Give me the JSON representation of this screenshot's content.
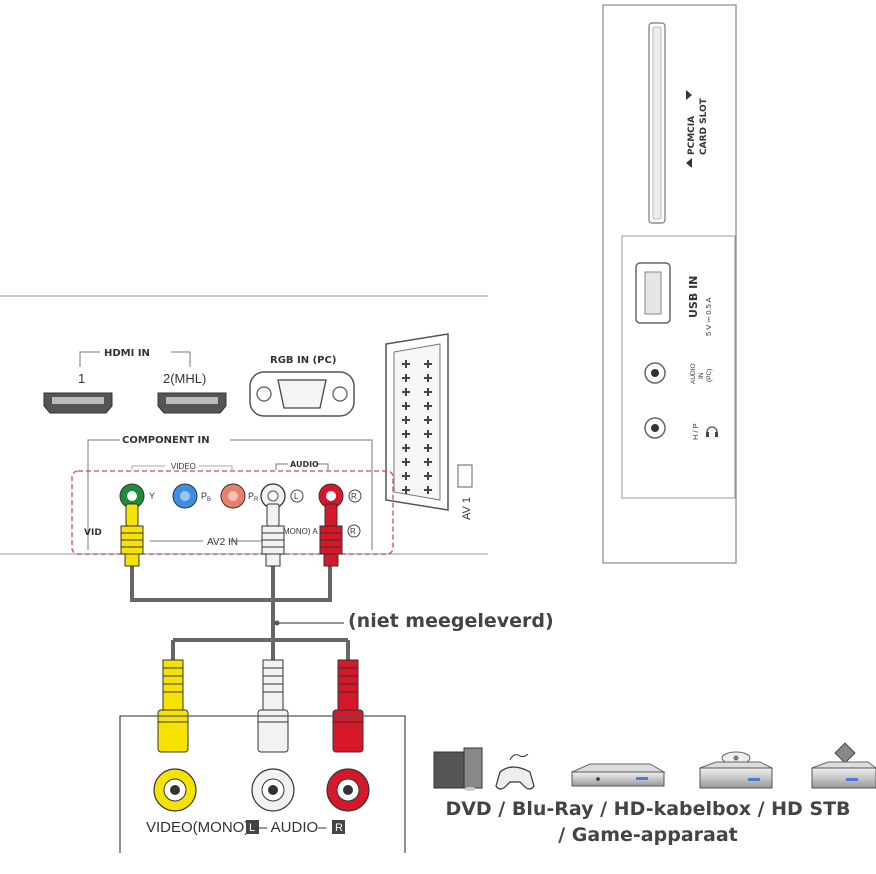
{
  "tv_panel": {
    "hdmi_in": "HDMI IN",
    "hdmi_port_1": "1",
    "hdmi_port_2": "2(MHL)",
    "rgb_in": "RGB IN (PC)",
    "component_in": "COMPONENT IN",
    "video_group": "VIDEO",
    "audio_group": "AUDIO",
    "y": "Y",
    "pb": "P",
    "pb_sub": "B",
    "pr": "P",
    "pr_sub": "R",
    "left_mark": "L",
    "right_mark": "R",
    "video_left_partial": "VID",
    "mono_partial": "MONO) A",
    "av2_in": "AV2 IN",
    "av1": "AV 1"
  },
  "side_panel": {
    "pcmcia_line1": "PCMCIA",
    "pcmcia_line2": "CARD SLOT",
    "usb_in": "USB IN",
    "usb_rating": "5 V ⎓ 0.5 A",
    "audio_in_pc_1": "AUDIO",
    "audio_in_pc_2": "IN",
    "audio_in_pc_3": "(PC)",
    "hp": "H / P"
  },
  "cable_note": "(niet meegeleverd)",
  "device": {
    "video_mono": "VIDEO(MONO)",
    "l_box": "L",
    "audio": "– AUDIO–",
    "r_box": "R"
  },
  "caption_line1": "DVD / Blu-Ray / HD-kabelbox / HD STB",
  "caption_line2": "/ Game-apparaat",
  "colors": {
    "video_yellow": "#f5e200",
    "audio_white": "#f2f2f2",
    "audio_red": "#d7182a",
    "y_green": "#1f8c3a",
    "pb_blue": "#3b8ee0",
    "pr_red": "#e8806f",
    "dashed_pink": "#d2447a",
    "cable_gray": "#666666"
  }
}
